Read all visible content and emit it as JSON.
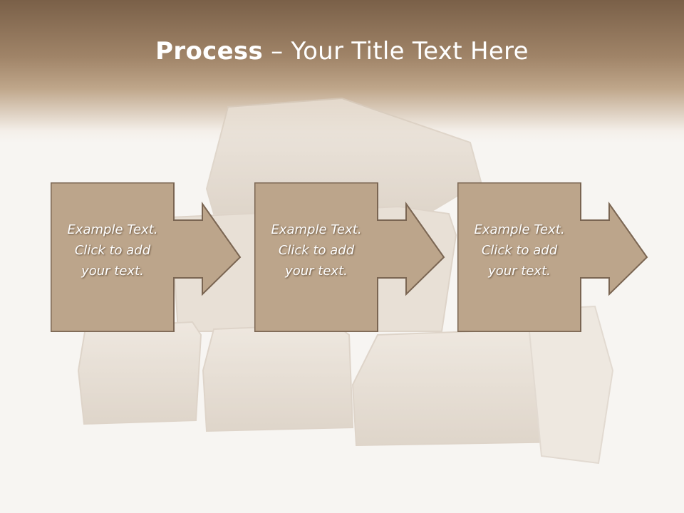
{
  "slide": {
    "title_bold": "Process",
    "title_dash": " – ",
    "title_rest": "Your Title Text Here",
    "colors": {
      "header": "#a08468",
      "box_fill": "#bca58b",
      "box_border": "#7a6552",
      "background": "#f7f5f2"
    }
  },
  "steps": [
    {
      "text": "Example Text.\nClick  to add\nyour text."
    },
    {
      "text": "Example Text.\nClick  to add\nyour text."
    },
    {
      "text": "Example Text.\nClick  to add\nyour text."
    }
  ]
}
